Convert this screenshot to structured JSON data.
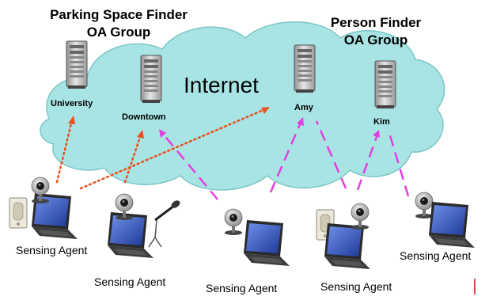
{
  "groups": {
    "parking": {
      "line1": "Parking Space Finder",
      "line2": "OA Group"
    },
    "person": {
      "line1": "Person Finder",
      "line2": "OA Group"
    }
  },
  "cloud_label": "Internet",
  "servers": {
    "university": "University",
    "downtown": "Downtown",
    "amy": "Amy",
    "kim": "Kim"
  },
  "agents": {
    "a1": "Sensing Agent",
    "a2": "Sensing Agent",
    "a3": "Sensing Agent",
    "a4": "Sensing Agent",
    "a5": "Sensing Agent"
  },
  "colors": {
    "cloud": "#a9e4e4",
    "cloud_edge": "#7cc6c6",
    "parking_link": "#e8501e",
    "person_link": "#e040e0",
    "server_body": "#c9c9c9",
    "laptop_screen": "#2f4fb5",
    "laptop_body": "#303030"
  },
  "icons": [
    "server-icon",
    "laptop-icon",
    "webcam-icon",
    "microphone-icon",
    "motion-sensor-icon"
  ]
}
